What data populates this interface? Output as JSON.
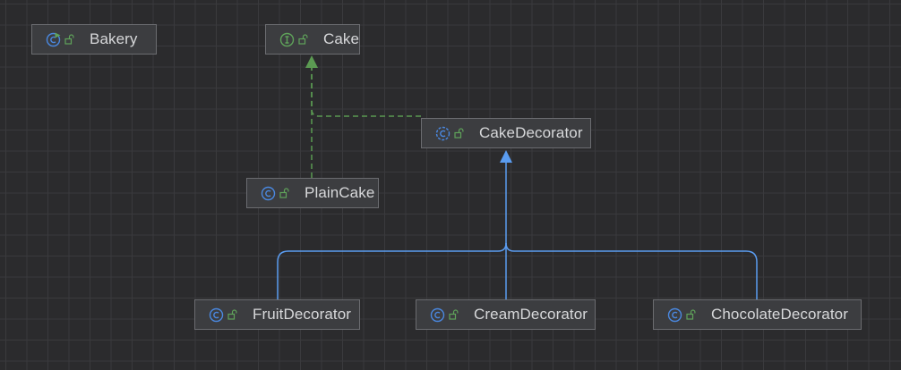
{
  "diagram": {
    "nodes": [
      {
        "id": "bakery",
        "name": "Bakery",
        "kind": "runnable-class",
        "icon": "runnable-class-icon"
      },
      {
        "id": "cake",
        "name": "Cake",
        "kind": "interface",
        "icon": "interface-icon"
      },
      {
        "id": "cake-decorator",
        "name": "CakeDecorator",
        "kind": "abstract-class",
        "icon": "abstract-class-icon"
      },
      {
        "id": "plain-cake",
        "name": "PlainCake",
        "kind": "class",
        "icon": "class-icon"
      },
      {
        "id": "fruit-decorator",
        "name": "FruitDecorator",
        "kind": "class",
        "icon": "class-icon"
      },
      {
        "id": "cream-decorator",
        "name": "CreamDecorator",
        "kind": "class",
        "icon": "class-icon"
      },
      {
        "id": "chocolate-decorator",
        "name": "ChocolateDecorator",
        "kind": "class",
        "icon": "class-icon"
      }
    ],
    "edges": [
      {
        "from": "plain-cake",
        "to": "cake",
        "type": "implements"
      },
      {
        "from": "cake-decorator",
        "to": "cake",
        "type": "implements"
      },
      {
        "from": "fruit-decorator",
        "to": "cake-decorator",
        "type": "extends"
      },
      {
        "from": "cream-decorator",
        "to": "cake-decorator",
        "type": "extends"
      },
      {
        "from": "chocolate-decorator",
        "to": "cake-decorator",
        "type": "extends"
      }
    ],
    "colors": {
      "background": "#2b2b2d",
      "node_fill": "#3c3d40",
      "node_border": "#6b6c70",
      "text": "#d7d8da",
      "implements_edge": "#5b9a52",
      "extends_edge": "#5a9cf0",
      "class_icon": "#4a88e0",
      "interface_icon": "#5fa35a",
      "visibility_icon": "#5fa35a"
    }
  }
}
